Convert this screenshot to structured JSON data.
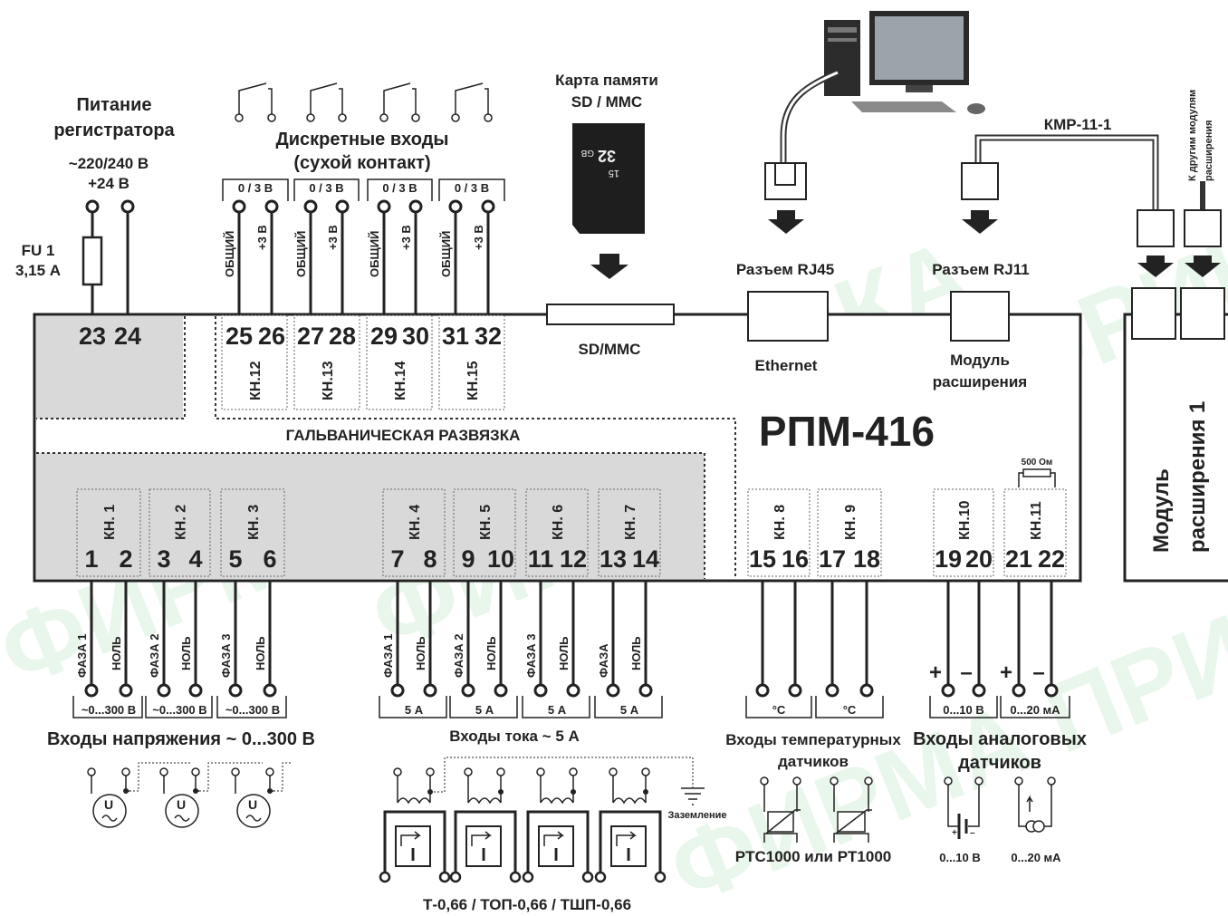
{
  "power": {
    "title_line1": "Питание",
    "title_line2": "регистратора",
    "voltage1": "~220/240 В",
    "voltage2": "+24 В",
    "fuse1": "FU 1",
    "fuse2": "3,15 А"
  },
  "discrete": {
    "title1": "Дискретные входы",
    "title2": "(сухой контакт)",
    "range": "0 / 3 В",
    "common": "ОБЩИЙ",
    "plus3": "+3 В"
  },
  "sd": {
    "title1": "Карта памяти",
    "title2": "SD / MMC",
    "slot": "SD/MMC",
    "card_cap": "32",
    "card_unit": "GB",
    "card_class": "15"
  },
  "rj45": {
    "label": "Разъем RJ45",
    "port": "Ethernet"
  },
  "rj11": {
    "label": "Разъем RJ11",
    "module1": "Модуль",
    "module2": "расширения"
  },
  "kmr": "КМР-11-1",
  "other_modules1": "К другим модулям",
  "other_modules2": "расширения",
  "device": {
    "name": "РПМ-416",
    "isolation": "ГАЛЬВАНИЧЕСКАЯ РАЗВЯЗКА"
  },
  "ext_module1": "Модуль",
  "ext_module2": "расширения 1",
  "top_terminals": [
    "23",
    "24",
    "25",
    "26",
    "27",
    "28",
    "29",
    "30",
    "31",
    "32"
  ],
  "top_channels": [
    "КН.12",
    "КН.13",
    "КН.14",
    "КН.15"
  ],
  "bottom_terminals": [
    "1",
    "2",
    "3",
    "4",
    "5",
    "6",
    "7",
    "8",
    "9",
    "10",
    "11",
    "12",
    "13",
    "14",
    "15",
    "16",
    "17",
    "18",
    "19",
    "20",
    "21",
    "22"
  ],
  "bottom_channels": [
    "КН. 1",
    "КН. 2",
    "КН. 3",
    "КН. 4",
    "КН. 5",
    "КН. 6",
    "КН. 7",
    "КН. 8",
    "КН. 9",
    "КН.10",
    "КН.11"
  ],
  "resistor": "500 Ом",
  "voltage_in": {
    "phases": [
      "ФАЗА 1",
      "ФАЗА 2",
      "ФАЗА 3"
    ],
    "neutral": "НОЛЬ",
    "range": "~0...300 В",
    "title": "Входы напряжения ~ 0...300 В",
    "u": "U"
  },
  "current_in": {
    "phases": [
      "ФАЗА 1",
      "ФАЗА 2",
      "ФАЗА 3",
      "ФАЗА"
    ],
    "neutral": "НОЛЬ",
    "range": "5 А",
    "title": "Входы тока ~ 5 А",
    "ground": "Заземление",
    "i": "I",
    "ct": "Т-0,66 / ТОП-0,66 / ТШП-0,66"
  },
  "temp_in": {
    "unit": "°C",
    "title1": "Входы температурных",
    "title2": "датчиков",
    "sensors": "PTC1000 или PT1000"
  },
  "analog_in": {
    "range_v": "0...10 В",
    "range_ma": "0...20 мА",
    "title1": "Входы аналоговых",
    "title2": "датчиков",
    "plus": "+",
    "minus": "–",
    "src_v": "0...10 В",
    "src_ma": "0...20 мА"
  },
  "watermark": "ФИРМА ПРИБОРИКА"
}
